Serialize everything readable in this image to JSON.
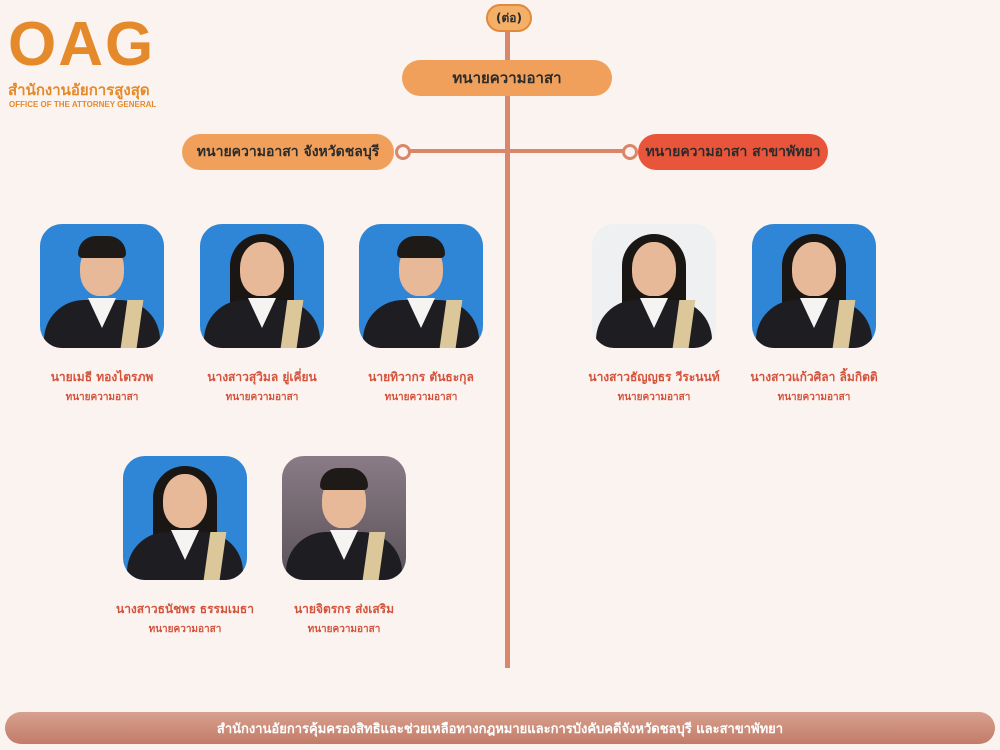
{
  "logo": {
    "mark": "OAG",
    "thai": "สำนักงานอัยการสูงสุด",
    "english": "OFFICE OF THE ATTORNEY GENERAL"
  },
  "header": {
    "continued": "(ต่อ)",
    "main_title": "ทนายความอาสา"
  },
  "branches": {
    "left": "ทนายความอาสา จังหวัดชลบุรี",
    "right": "ทนายความอาสา สาขาพัทยา"
  },
  "members": [
    {
      "name": "นายเมธี ทองไตรภพ",
      "role": "ทนายความอาสา"
    },
    {
      "name": "นางสาวสุวิมล ยู่เคี่ยน",
      "role": "ทนายความอาสา"
    },
    {
      "name": "นายทิวากร ตันธะกุล",
      "role": "ทนายความอาสา"
    },
    {
      "name": "นางสาวธัญญธร วีระนนท์",
      "role": "ทนายความอาสา"
    },
    {
      "name": "นางสาวแก้วศิลา ลิ้มกิตติ",
      "role": "ทนายความอาสา"
    },
    {
      "name": "นางสาวธนัชพร ธรรมเมธา",
      "role": "ทนายความอาสา"
    },
    {
      "name": "นายจิตรกร ส่งเสริม",
      "role": "ทนายความอาสา"
    }
  ],
  "footer": {
    "text": "สำนักงานอัยการคุ้มครองสิทธิและช่วยเหลือทางกฎหมายและการบังคับคดีจังหวัดชลบุรี และสาขาพัทยา"
  },
  "colors": {
    "accent_orange": "#f0a05a",
    "accent_red": "#e9553a",
    "line": "#d9866a",
    "name_text": "#d4533c"
  }
}
